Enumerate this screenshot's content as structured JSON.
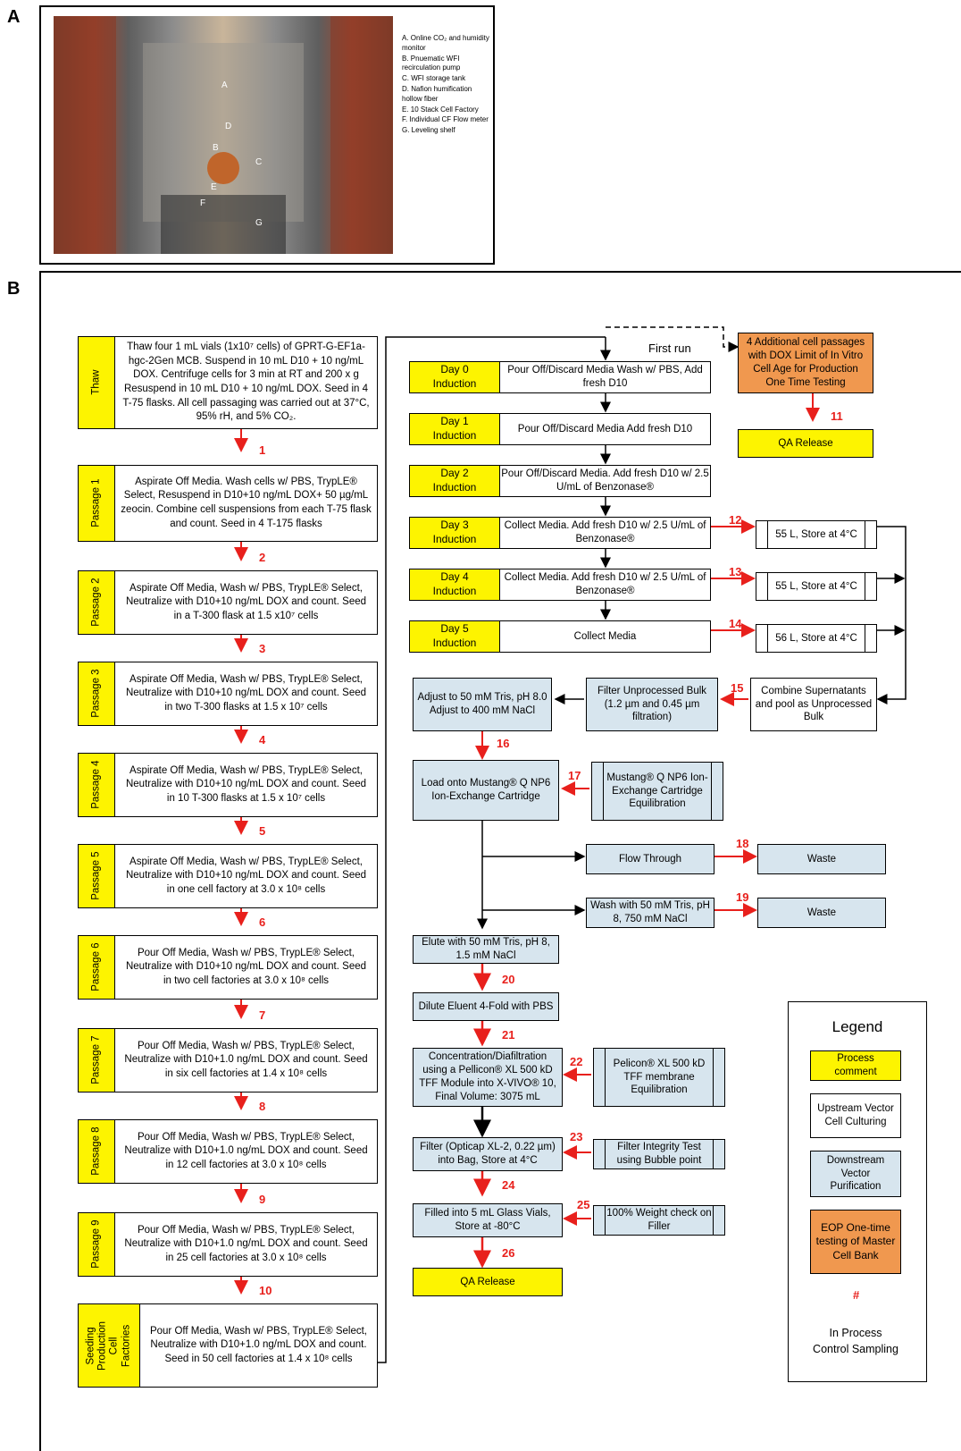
{
  "panels": {
    "a": "A",
    "b": "B"
  },
  "photo_labels": [
    "A",
    "B",
    "C",
    "D",
    "E",
    "F",
    "G"
  ],
  "photo_legend": [
    "A.  Online CO₂ and humidity monitor",
    "B.  Pnuematic WFI recirculation pump",
    "C.  WFI storage tank",
    "D.  Nafion humification hollow fiber",
    "E.  10 Stack Cell Factory",
    "F.  Individual CF Flow meter",
    "G.  Leveling shelf"
  ],
  "upstream": [
    {
      "label": "Thaw",
      "text": "Thaw four 1 mL vials (1x10⁷ cells) of GPRT-G-EF1a-hgc-2Gen MCB. Suspend in 10 mL D10 + 10 ng/mL DOX. Centrifuge cells for 3 min at RT and 200 x g Resuspend in 10 mL D10 + 10 ng/mL DOX. Seed in 4 T-75 flasks. All cell passaging was carried out at 37°C, 95% rH, and 5% CO₂."
    },
    {
      "label": "Passage 1",
      "text": "Aspirate Off Media. Wash cells w/ PBS, TrypLE® Select,  Resuspend in D10+10 ng/mL DOX+ 50 µg/mL zeocin. Combine cell suspensions from each T-75 flask and count. Seed in 4 T-175 flasks"
    },
    {
      "label": "Passage 2",
      "text": "Aspirate Off Media, Wash w/ PBS, TrypLE® Select, Neutralize with D10+10 ng/mL DOX and count. Seed in a T-300 flask at 1.5 x10⁷ cells"
    },
    {
      "label": "Passage 3",
      "text": "Aspirate Off Media, Wash w/ PBS, TrypLE® Select, Neutralize with D10+10 ng/mL DOX and count. Seed in two T-300 flasks at 1.5 x 10⁷ cells"
    },
    {
      "label": "Passage 4",
      "text": "Aspirate Off Media, Wash w/ PBS, TrypLE® Select, Neutralize with D10+10 ng/mL DOX and count. Seed in 10 T-300 flasks at 1.5 x 10⁷ cells"
    },
    {
      "label": "Passage 5",
      "text": "Aspirate Off Media, Wash w/ PBS, TrypLE® Select, Neutralize with D10+10 ng/mL DOX and count. Seed in one cell factory at 3.0 x 10⁸ cells"
    },
    {
      "label": "Passage 6",
      "text": "Pour Off Media, Wash w/ PBS, TrypLE® Select, Neutralize with D10+10 ng/mL DOX and count. Seed in two cell factories at 3.0 x 10⁸ cells"
    },
    {
      "label": "Passage 7",
      "text": "Pour Off Media, Wash w/ PBS, TrypLE® Select, Neutralize with D10+1.0 ng/mL DOX and count. Seed in six cell factories at 1.4 x 10⁸ cells"
    },
    {
      "label": "Passage 8",
      "text": "Pour Off Media, Wash w/ PBS, TrypLE® Select, Neutralize with D10+1.0 ng/mL DOX and count. Seed in 12 cell factories at 3.0 x 10⁸ cells"
    },
    {
      "label": "Passage 9",
      "text": "Pour Off Media, Wash w/ PBS, TrypLE® Select, Neutralize with D10+1.0 ng/mL DOX and count. Seed in 25 cell factories at 3.0 x 10⁸ cells"
    },
    {
      "label": "Seeding Production Cell Factories",
      "text": "Pour Off Media, Wash w/ PBS, TrypLE® Select, Neutralize with D10+1.0 ng/mL DOX and count. Seed in 50 cell factories at 1.4 x 10⁸ cells"
    }
  ],
  "upstream_numbers": [
    "1",
    "2",
    "3",
    "4",
    "5",
    "6",
    "7",
    "8",
    "9",
    "10"
  ],
  "first_run": "First run",
  "days": [
    {
      "day": "Day 0",
      "induction": "Induction",
      "text": "Pour Off/Discard Media Wash w/ PBS, Add fresh D10"
    },
    {
      "day": "Day 1",
      "induction": "Induction",
      "text": "Pour Off/Discard Media Add fresh D10"
    },
    {
      "day": "Day 2",
      "induction": "Induction",
      "text": "Pour Off/Discard Media.  Add fresh D10 w/ 2.5 U/mL of Benzonase®"
    },
    {
      "day": "Day 3",
      "induction": "Induction",
      "text": "Collect Media. Add fresh D10 w/  2.5 U/mL of Benzonase®"
    },
    {
      "day": "Day 4",
      "induction": "Induction",
      "text": "Collect Media. Add fresh D10 w/ 2.5 U/mL of Benzonase®"
    },
    {
      "day": "Day 5",
      "induction": "Induction",
      "text": "Collect Media"
    }
  ],
  "eop_box": "4 Additional cell passages with DOX Limit of In Vitro Cell Age for Production One Time Testing",
  "qa_release_top": "QA Release",
  "stores": [
    "55 L, Store at 4°C",
    "55 L, Store at 4°C",
    "56 L, Store at 4°C"
  ],
  "combine": "Combine Supernatants and pool as Unprocessed Bulk",
  "filter_unprocessed": "Filter Unprocessed Bulk (1.2 µm and 0.45 µm filtration)",
  "adjust": "Adjust to 50 mM Tris, pH 8.0 Adjust to 400 mM NaCl",
  "load": "Load onto Mustang® Q NP6 Ion-Exchange Cartridge",
  "mustang_equil": "Mustang® Q NP6 Ion-Exchange Cartridge Equilibration",
  "flow_through": "Flow Through",
  "waste1": "Waste",
  "wash": "Wash with 50 mM Tris, pH 8, 750 mM NaCl",
  "waste2": "Waste",
  "elute": "Elute with 50 mM Tris, pH 8, 1.5 mM NaCl",
  "dilute": "Dilute Eluent 4-Fold with PBS",
  "concentration": "Concentration/Diafiltration using a Pellicon® XL 500 kD TFF Module into X-VIVO® 10, Final Volume: 3075 mL",
  "pellicon_equil": "Pelicon® XL 500 kD TFF membrane Equilibration",
  "filter_bag": "Filter (Opticap XL-2, 0.22 µm) into Bag, Store at 4°C",
  "integrity": "Filter Integrity Test using Bubble point",
  "filled": "Filled into 5 mL Glass Vials, Store at -80°C",
  "weight_check": "100% Weight check on Filler",
  "qa_release_bottom": "QA Release",
  "numbers": {
    "n11": "11",
    "n12": "12",
    "n13": "13",
    "n14": "14",
    "n15": "15",
    "n16": "16",
    "n17": "17",
    "n18": "18",
    "n19": "19",
    "n20": "20",
    "n21": "21",
    "n22": "22",
    "n23": "23",
    "n24": "24",
    "n25": "25",
    "n26": "26"
  },
  "legend": {
    "title": "Legend",
    "process": "Process comment",
    "upstream": "Upstream Vector Cell Culturing",
    "downstream": "Downstream Vector Purification",
    "eop": "EOP One-time testing of Master Cell Bank",
    "hash": "#",
    "ipc": "In Process Control Sampling"
  },
  "colors": {
    "yellow": "#fdf400",
    "blue": "#d7e5ee",
    "orange": "#f0984f",
    "red": "#e8201c"
  }
}
